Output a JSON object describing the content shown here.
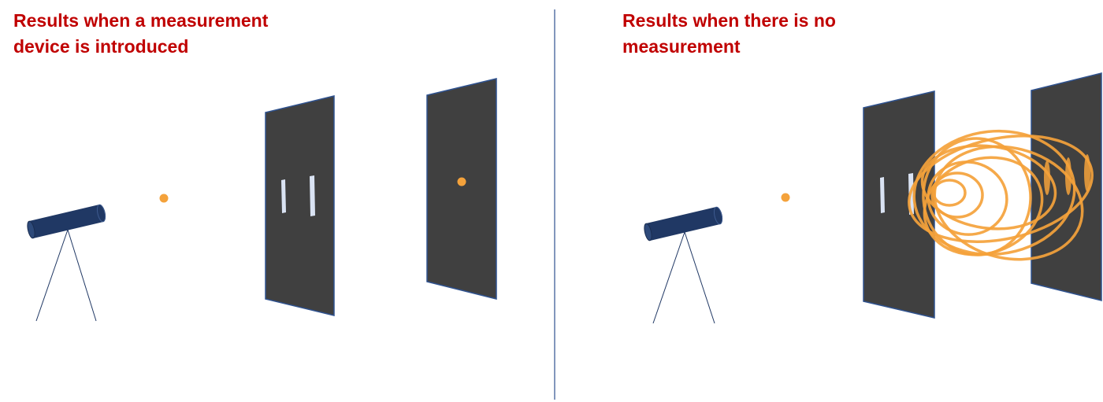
{
  "panels": {
    "left": {
      "title": "Results when a measurement\ndevice is introduced"
    },
    "right": {
      "title": "Results when there is no\nmeasurement"
    }
  },
  "colors": {
    "title": "#c00000",
    "screen": "#404040",
    "screen_edge": "#2f528f",
    "slit": "#dae3f3",
    "telescope": "#203864",
    "particle": "#f4a23b",
    "wave": "#f4a23b",
    "divider": "#2f528f"
  },
  "icons": [
    "telescope-icon",
    "particle-dot",
    "double-slit-screen",
    "detector-screen",
    "interference-waves"
  ]
}
